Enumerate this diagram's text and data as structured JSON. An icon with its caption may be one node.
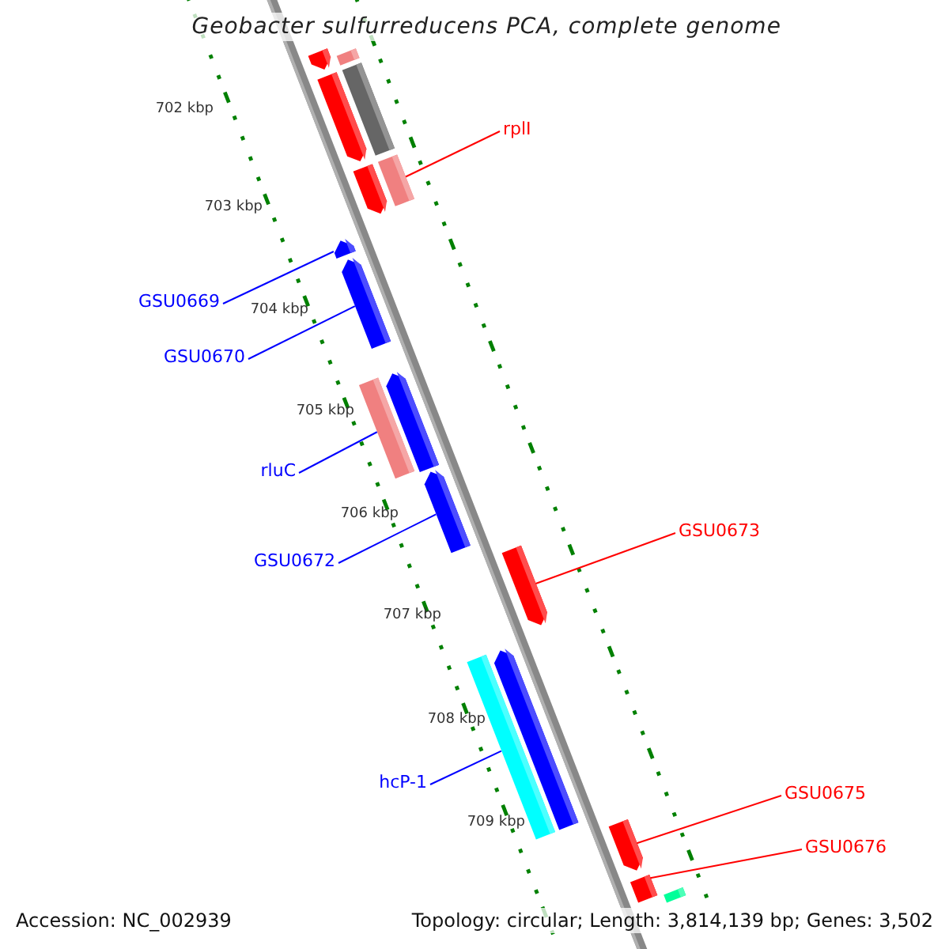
{
  "diagram": {
    "title": "Geobacter sulfurreducens PCA, complete genome",
    "nodes": [
      {
        "text": [],
        "shape": "pentagon"
      },
      {
        "text": [],
        "shape": "bar"
      },
      {
        "text": [],
        "shape": "bar"
      },
      {
        "text": [],
        "shape": "pentagon"
      },
      {
        "text": [
          "rplI"
        ]
      },
      {
        "text": [],
        "shape": "bar"
      },
      {
        "text": [],
        "shape": "pentagon"
      },
      {
        "text": [],
        "shape": "pentagon"
      },
      {
        "text": [],
        "shape": "pentagon"
      },
      {
        "text": [
          "GSU0669"
        ]
      },
      {
        "text": [
          "GSU0670"
        ]
      },
      {
        "text": [],
        "shape": "pentagon"
      },
      {
        "text": [],
        "shape": "bar"
      },
      {
        "text": [
          "rluC"
        ]
      },
      {
        "text": [],
        "shape": "pentagon"
      },
      {
        "text": [
          "GSU0673"
        ]
      },
      {
        "text": [],
        "shape": "pentagon"
      },
      {
        "text": [
          "GSU0672"
        ]
      },
      {
        "text": [],
        "shape": "pentagon"
      },
      {
        "text": [],
        "shape": "bar"
      },
      {
        "text": [
          "hcP-1"
        ]
      },
      {
        "text": [
          "GSU0675"
        ]
      },
      {
        "text": [],
        "shape": "pentagon"
      },
      {
        "text": [
          "GSU0676"
        ]
      },
      {
        "text": [],
        "shape": "bar"
      },
      {
        "text": [],
        "shape": "bar"
      }
    ],
    "edges": [
      {
        "from": 4,
        "to": 5,
        "arrow": "none",
        "color": "#ff0000"
      },
      {
        "from": 9,
        "to": 7,
        "arrow": "none"
      },
      {
        "from": 10,
        "to": 8,
        "arrow": "none"
      },
      {
        "from": 13,
        "to": 12,
        "arrow": "none"
      },
      {
        "from": 17,
        "to": 14,
        "arrow": "none"
      },
      {
        "from": 15,
        "to": 16,
        "arrow": "none",
        "color": "#ff0000"
      },
      {
        "from": 20,
        "to": 19,
        "arrow": "none"
      },
      {
        "from": 21,
        "to": 22,
        "arrow": "none",
        "color": "#ff0000"
      },
      {
        "from": 23,
        "to": 24,
        "arrow": "none",
        "color": "#ff0000"
      }
    ],
    "labels": [
      "702 kbp",
      "703 kbp",
      "704 kbp",
      "705 kbp",
      "706 kbp",
      "707 kbp",
      "708 kbp",
      "709 kbp",
      "Accession: NC_002939",
      "Topology: circular; Length: 3,814,139 bp; Genes: 3,502"
    ]
  }
}
